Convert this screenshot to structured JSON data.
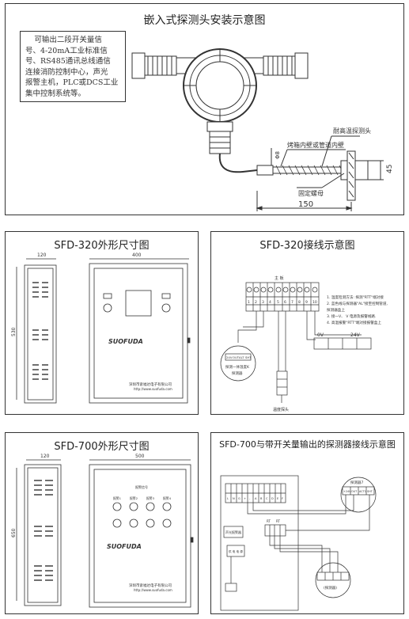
{
  "panels": {
    "install": {
      "title": "嵌入式探测头安装示意图",
      "note_lines": [
        "可输出二段开关量信",
        "号、4-20mA工业标准信",
        "号、RS485通讯总线通信",
        "连接消防控制中心，声光",
        "报警主机，PLC或DCS工业",
        "集中控制系统等。"
      ],
      "labels": {
        "probe": "耐高温探测头",
        "wire": "烤箱内壁或管道内壁",
        "nut": "固定螺母",
        "dim_width": "150",
        "dim_height": "45",
        "dim_thread": "Φ8"
      }
    },
    "sfd320_dim": {
      "title": "SFD-320外形尺寸图",
      "side_width": "120",
      "front_width": "400",
      "height": "530",
      "brand": "SUOFUDA",
      "company": "深圳市索福达电子有限公司",
      "website": "http://www.suofuda.com"
    },
    "sfd320_wiring": {
      "title": "SFD-320接线示意图",
      "terminal_header": "主 板",
      "terminals": [
        "1",
        "2",
        "3",
        "4",
        "5",
        "6",
        "7",
        "8",
        "9",
        "10"
      ],
      "notes": [
        "1. 温度检测方法: 探测\"RTT\"端对接",
        "2. 蓝色线与探测器\"AL\"接至控制管道,",
        "   探测器盒上",
        "3. 接一V、 V 电源及报警线路.",
        "4. 高温报警\"RTT\"端对接报警盒上"
      ],
      "power": [
        "0V",
        "24V"
      ],
      "probe_label": [
        "探测一体温度K",
        "探测器"
      ],
      "probe_terms": [
        "24V",
        "OUT",
        "ALT",
        "SHT"
      ],
      "sensor_label": "温度探头"
    },
    "sfd700_dim": {
      "title": "SFD-700外形尺寸图",
      "side_width": "120",
      "front_width": "500",
      "height": "650",
      "brand": "SUOFUDA",
      "company": "深圳市索福达电子有限公司",
      "website": "http://www.suofuda.com",
      "panel_header": "报警信号",
      "lamp_labels": [
        "报警1",
        "报警2",
        "报警3",
        "报警4"
      ]
    },
    "sfd700_wiring": {
      "title": "SFD-700与带开关量输出的探测器接线示意图",
      "detector_top": "探测器7",
      "detector_bottom": "(探测器)",
      "detector_terms": [
        "+24V",
        "OUT",
        "ACT1",
        "SHT"
      ],
      "alarm_box": "声光报警器",
      "power_box": "供 电 电 源",
      "terminal_ids": [
        "L",
        "N",
        "G",
        "+",
        "-",
        "A",
        "B",
        "C",
        "D",
        "E",
        "F"
      ],
      "relay_header": [
        "RT",
        "RT"
      ]
    }
  }
}
